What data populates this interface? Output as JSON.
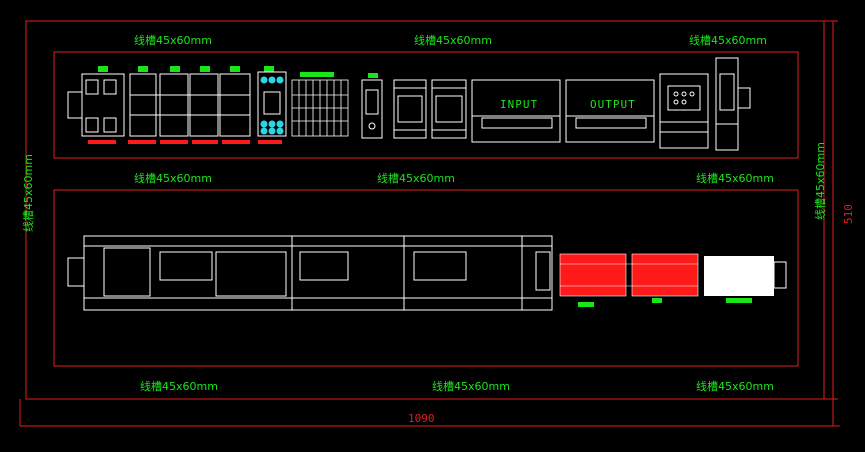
{
  "colors": {
    "background": "#000000",
    "outline": "#e01e1e",
    "label": "#19e619",
    "component": "#ffffff",
    "accent_cyan": "#29d6e6",
    "accent_red": "#ff1a1a",
    "accent_green": "#19e619"
  },
  "dimensions": {
    "width": "1090",
    "height": "510"
  },
  "top_panel": {
    "duct_labels": [
      "线槽45x60mm",
      "线槽45x60mm",
      "线槽45x60mm"
    ],
    "modules": {
      "input_label": "INPUT",
      "output_label": "OUTPUT"
    }
  },
  "middle_labels": [
    "线槽45x60mm",
    "线槽45x60mm",
    "线槽45x60mm"
  ],
  "bottom_labels": [
    "线槽45x60mm",
    "线槽45x60mm",
    "线槽45x60mm"
  ],
  "side_labels": {
    "left": "线槽45x60mm",
    "right": "线槽45x60mm"
  }
}
